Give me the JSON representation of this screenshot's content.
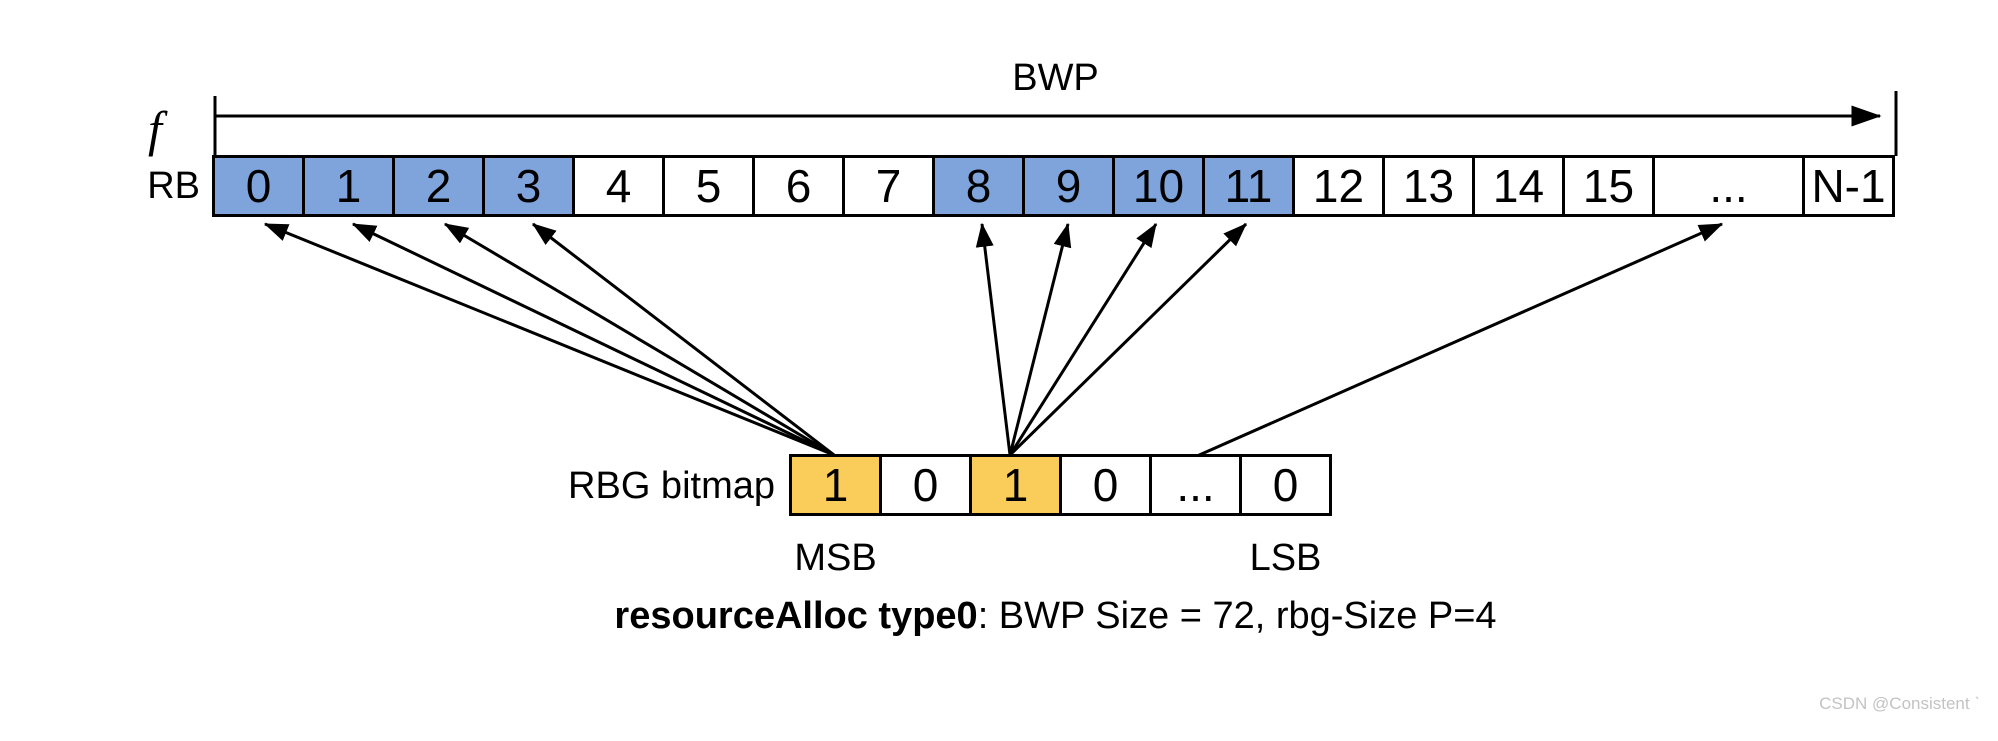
{
  "colors": {
    "rb_highlight": "#7FA4DC",
    "bitmap_highlight": "#FACD5B",
    "line": "#000000",
    "watermark": "#C3C3C3"
  },
  "labels": {
    "frequency_axis": "f",
    "bwp": "BWP",
    "rb": "RB",
    "rbg_bitmap": "RBG bitmap",
    "msb": "MSB",
    "lsb": "LSB"
  },
  "rb_row": {
    "cells": [
      {
        "label": "0",
        "highlighted": true
      },
      {
        "label": "1",
        "highlighted": true
      },
      {
        "label": "2",
        "highlighted": true
      },
      {
        "label": "3",
        "highlighted": true
      },
      {
        "label": "4",
        "highlighted": false
      },
      {
        "label": "5",
        "highlighted": false
      },
      {
        "label": "6",
        "highlighted": false
      },
      {
        "label": "7",
        "highlighted": false
      },
      {
        "label": "8",
        "highlighted": true
      },
      {
        "label": "9",
        "highlighted": true
      },
      {
        "label": "10",
        "highlighted": true
      },
      {
        "label": "11",
        "highlighted": true
      },
      {
        "label": "12",
        "highlighted": false
      },
      {
        "label": "13",
        "highlighted": false
      },
      {
        "label": "14",
        "highlighted": false
      },
      {
        "label": "15",
        "highlighted": false
      },
      {
        "label": "...",
        "highlighted": false,
        "w": 153
      },
      {
        "label": "N-1",
        "highlighted": false
      }
    ]
  },
  "rbg_bitmap": {
    "cells": [
      {
        "label": "1",
        "highlighted": true
      },
      {
        "label": "0",
        "highlighted": false
      },
      {
        "label": "1",
        "highlighted": true
      },
      {
        "label": "0",
        "highlighted": false
      },
      {
        "label": "...",
        "highlighted": false
      },
      {
        "label": "0",
        "highlighted": false
      }
    ],
    "mappings": [
      {
        "bit_index": 0,
        "bit_value": "1",
        "rb_targets": [
          "0",
          "1",
          "2",
          "3"
        ]
      },
      {
        "bit_index": 2,
        "bit_value": "1",
        "rb_targets": [
          "8",
          "9",
          "10",
          "11"
        ]
      },
      {
        "bit_index": 4,
        "bit_value": "...",
        "rb_targets": [
          "..."
        ]
      }
    ]
  },
  "caption": {
    "bold": "resourceAlloc type0",
    "rest": ": BWP Size = 72, rbg-Size P=4"
  },
  "watermark": "CSDN @Consistent ˋ"
}
